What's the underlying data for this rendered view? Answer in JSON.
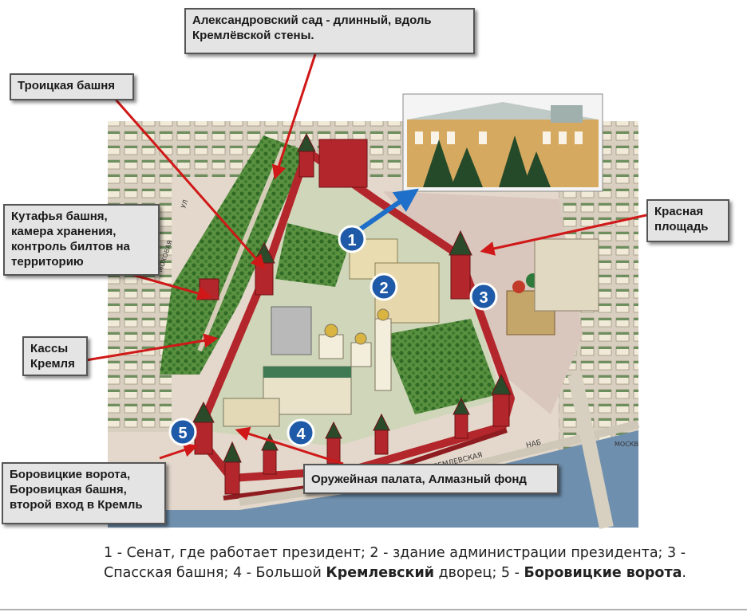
{
  "callouts": {
    "garden": "Александровский сад - длинный, вдоль\nКремлёвской стены.",
    "troitskaya": "Троицкая башня",
    "kutafya": "Кутафья башня,\nкамера хранения,\nконтроль билтов на\nтерриторию",
    "kassy": "Кассы\nКремля",
    "borovitskie": "Боровицкие ворота,\nБоровицкая башня,\nвторой вход в Кремль",
    "armory": "Оружейная палата, Алмазный фонд",
    "red_square": "Красная\nплощадь"
  },
  "markers": [
    "1",
    "2",
    "3",
    "4",
    "5"
  ],
  "map_labels": {
    "kremlin_emb": "КРЕМЛЕВСКАЯ",
    "nab": "НАБ",
    "mokhovaya": "МОХОВАЯ",
    "ul": "УЛ",
    "moskv": "МОСКВ"
  },
  "caption": {
    "p1": "1 - Сенат, где работает президент; 2 - здание администрации президента; 3 - Спасская башня; 4 - Большой ",
    "b1": "Кремлевский",
    "p2": " дворец; 5 - ",
    "b2": "Боровицкие ворота",
    "p3": "."
  },
  "colors": {
    "wall": "#b3262b",
    "square": "#d9c6bd",
    "greenery": "#4f8a3a",
    "river": "#6f8fae",
    "marker": "#1e5aa8",
    "arrow": "#d01818"
  }
}
